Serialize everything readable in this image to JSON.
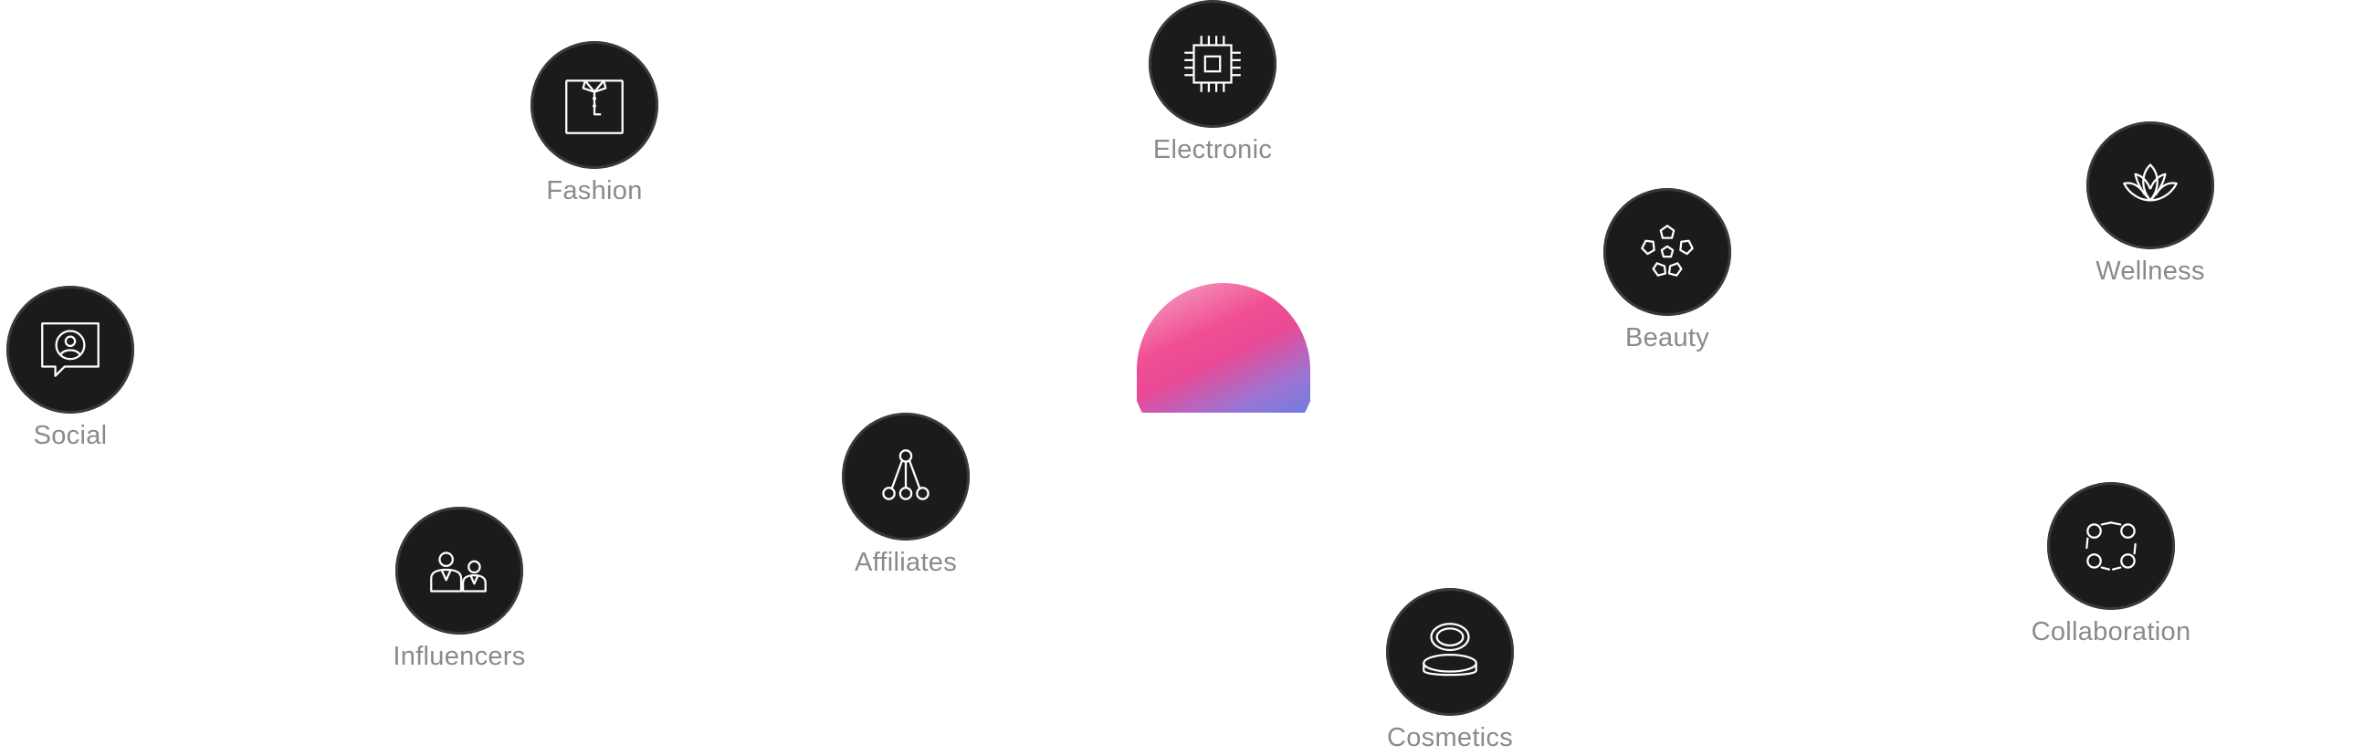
{
  "nodes": {
    "fashion": {
      "label": "Fashion",
      "icon": "shirt-icon"
    },
    "electronic": {
      "label": "Electronic",
      "icon": "chip-icon"
    },
    "wellness": {
      "label": "Wellness",
      "icon": "lotus-icon"
    },
    "beauty": {
      "label": "Beauty",
      "icon": "flower-icon"
    },
    "social": {
      "label": "Social",
      "icon": "chat-user-icon"
    },
    "affiliates": {
      "label": "Affiliates",
      "icon": "network-icon"
    },
    "influencers": {
      "label": "Influencers",
      "icon": "people-icon"
    },
    "cosmetics": {
      "label": "Cosmetics",
      "icon": "compact-icon"
    },
    "collaboration": {
      "label": "Collaboration",
      "icon": "collaboration-icon"
    }
  },
  "colors": {
    "node_fill": "#1b1b1b",
    "label": "#8a8a8a",
    "orb_gradient": [
      "#f6a9c6",
      "#f04f93",
      "#6f7ee0"
    ]
  }
}
